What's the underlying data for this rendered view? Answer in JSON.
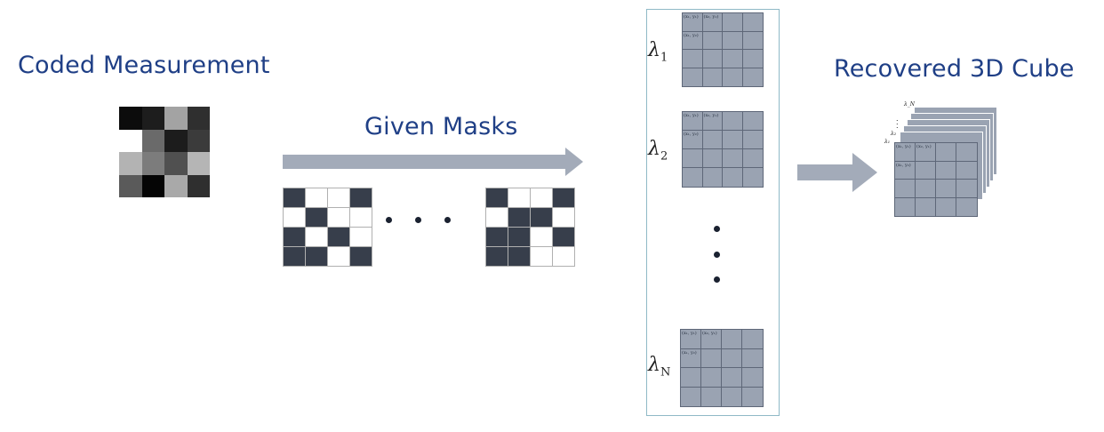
{
  "headings": {
    "coded_measurement": "Coded Measurement",
    "given_masks": "Given Masks",
    "recovered_cube": "Recovered 3D Cube"
  },
  "coded_measurement_pixels": [
    "#0c0c0c",
    "#1d1d1d",
    "#a3a3a3",
    "#2f2f2f",
    "#ffffff",
    "#6a6a6a",
    "#1c1c1c",
    "#3b3b3b",
    "#b3b3b3",
    "#7c7c7c",
    "#505050",
    "#b5b5b5",
    "#5a5a5a",
    "#050505",
    "#a9a9a9",
    "#2f2f2f"
  ],
  "masks": [
    [
      1,
      0,
      0,
      1,
      0,
      1,
      0,
      0,
      1,
      0,
      1,
      0,
      1,
      1,
      0,
      1
    ],
    [
      1,
      0,
      0,
      1,
      0,
      1,
      1,
      0,
      1,
      1,
      0,
      1,
      1,
      1,
      0,
      0
    ]
  ],
  "mask_ellipsis": "• • •",
  "spectral_bands": [
    {
      "symbol": "λ",
      "sub": "1"
    },
    {
      "symbol": "λ",
      "sub": "2"
    },
    {
      "symbol": "λ",
      "sub": "N"
    }
  ],
  "band_cell_labels": [
    "(x₁, y₁)",
    "(x₂, y₁)",
    "(x₁, y₂)"
  ],
  "cube_layer_labels": [
    "λ₁",
    "λ₂",
    "λ_N"
  ],
  "colors": {
    "heading": "#1f3f86",
    "arrow": "#a3abb9",
    "grid_fill": "#9aa3b2",
    "mask_dark": "#373e4b",
    "panel_border": "#8fb9c7"
  }
}
